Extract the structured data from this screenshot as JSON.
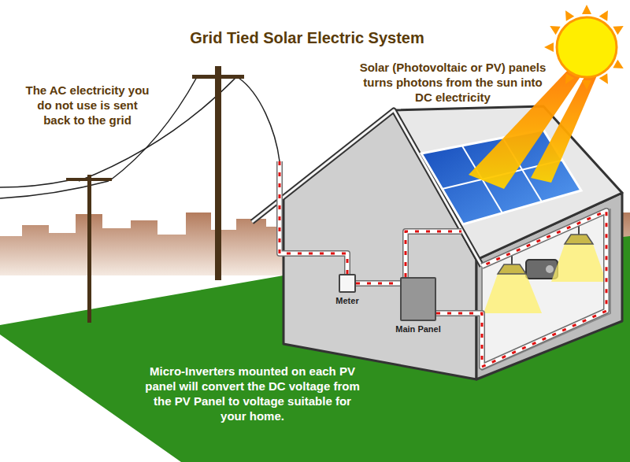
{
  "diagram": {
    "title": "Grid Tied Solar Electric System",
    "nodes": [
      {
        "text": [
          "Meter"
        ]
      },
      {
        "text": [
          "Main Panel"
        ]
      }
    ],
    "edges": [
      {
        "from": 0,
        "to": 1,
        "arrow": "none"
      }
    ],
    "labels": [
      "Solar (Photovoltaic or PV) panels turns photons from the sun into DC electricity",
      "The AC electricity you do not use is sent back to the grid",
      "Micro-Inverters mounted on each PV panel will convert the DC voltage from the PV Panel to voltage suitable for your home."
    ]
  }
}
